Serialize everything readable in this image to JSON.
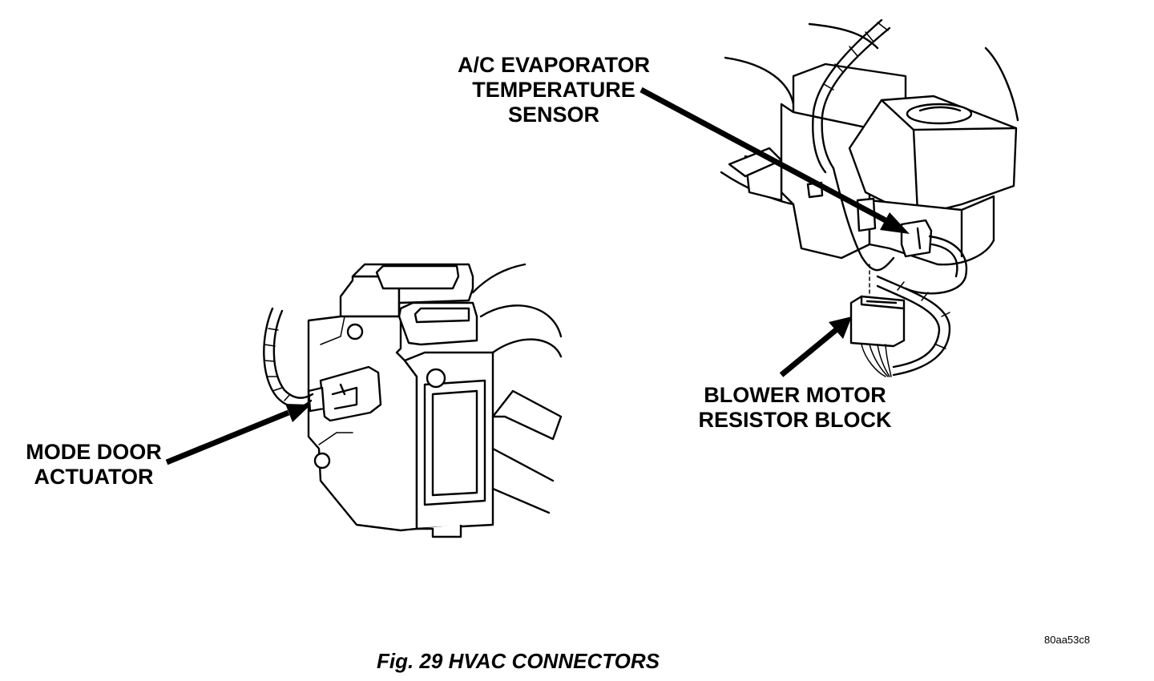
{
  "callouts": {
    "evaporator_sensor": [
      "A/C EVAPORATOR",
      "TEMPERATURE",
      "SENSOR"
    ],
    "blower_resistor": [
      "BLOWER MOTOR",
      "RESISTOR BLOCK"
    ],
    "mode_door": [
      "MODE DOOR",
      "ACTUATOR"
    ]
  },
  "caption": "Fig. 29 HVAC CONNECTORS",
  "figure_id": "80aa53c8"
}
